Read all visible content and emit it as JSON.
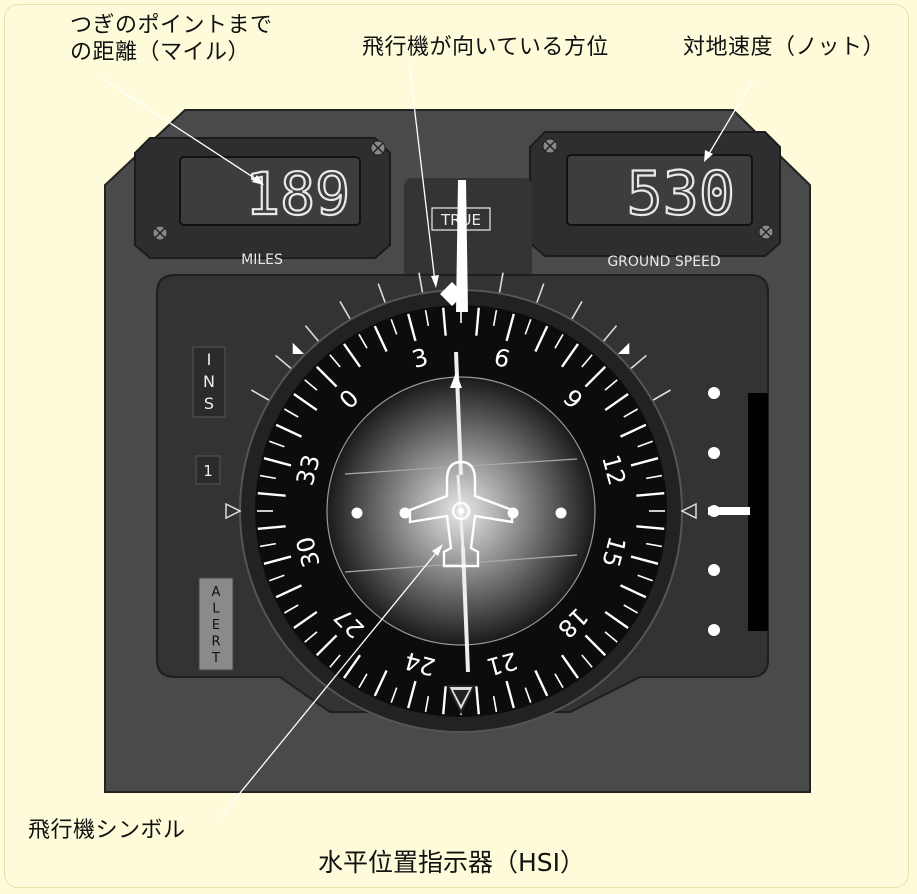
{
  "callouts": {
    "distance_line1": "つぎのポイントまで",
    "distance_line2": "の距離（マイル）",
    "heading": "飛行機が向いている方位",
    "ground_speed": "対地速度（ノット）",
    "aircraft_symbol": "飛行機シンボル"
  },
  "title": "水平位置指示器（HSI）",
  "instrument": {
    "miles_value": "189",
    "miles_label": "MILES",
    "speed_value": "530",
    "speed_label": "GROUND SPEED",
    "true_label": "TRUE",
    "ins_letters": [
      "I",
      "N",
      "S"
    ],
    "ins_number": "1",
    "alert_letters": [
      "A",
      "L",
      "E",
      "R",
      "T"
    ],
    "heading_deg": 45,
    "course_deg": 60,
    "compass_labels": [
      "0",
      "3",
      "6",
      "9",
      "12",
      "15",
      "18",
      "21",
      "24",
      "27",
      "30",
      "33"
    ]
  },
  "colors": {
    "background": "#fdfbd9",
    "bezel": "#4a4a4c",
    "panel": "#343436",
    "dial": "#111111",
    "display_digits": "#e8e8e8"
  }
}
